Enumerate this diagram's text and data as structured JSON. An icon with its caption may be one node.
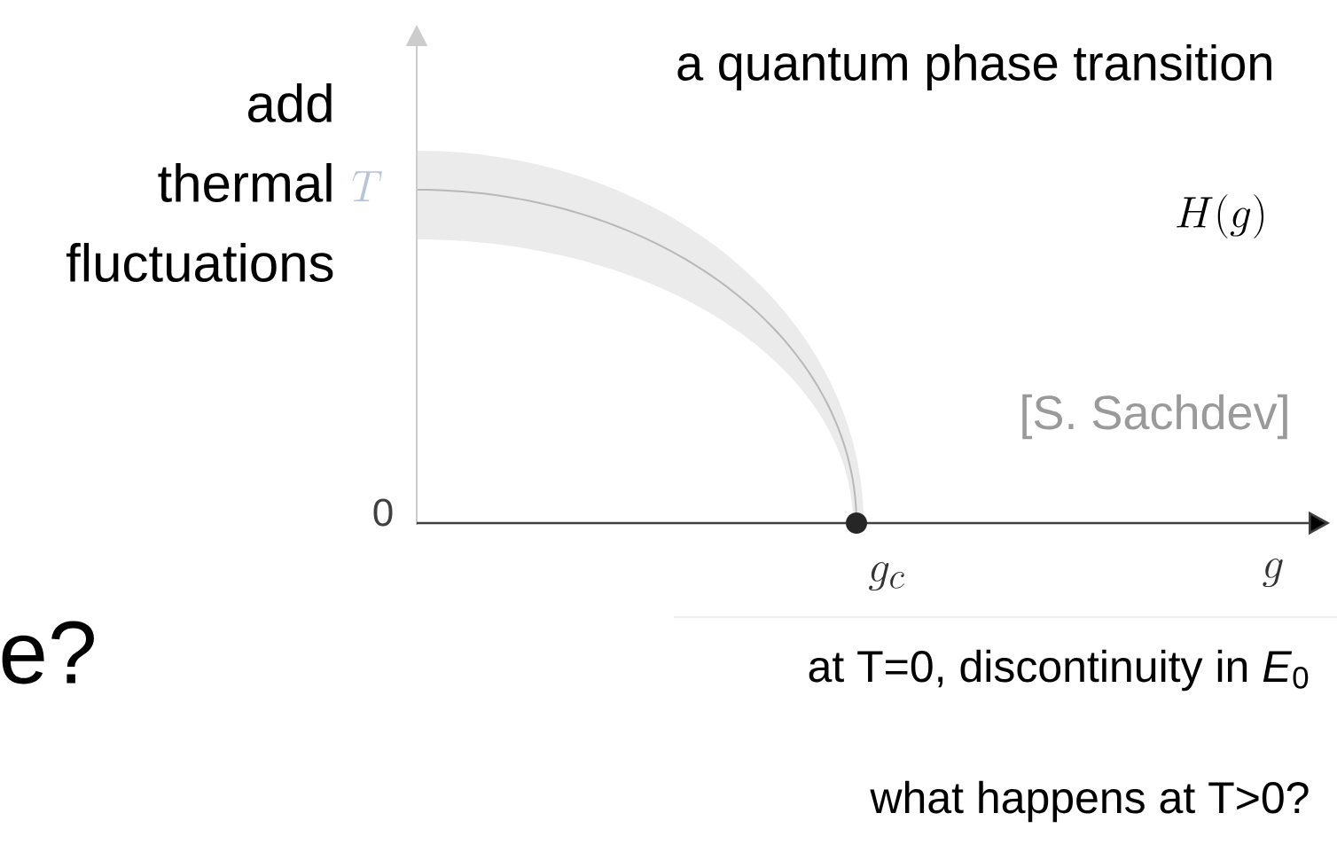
{
  "diagram": {
    "labels": [
      "add thermal fluctuations",
      "T",
      "a quantum phase transition",
      "H(g)",
      "[S. Sachdev]",
      "0",
      "g_c",
      "g",
      "e?",
      "at T=0, discontinuity in *E*$_{0}$",
      "what happens at T>0?"
    ]
  }
}
